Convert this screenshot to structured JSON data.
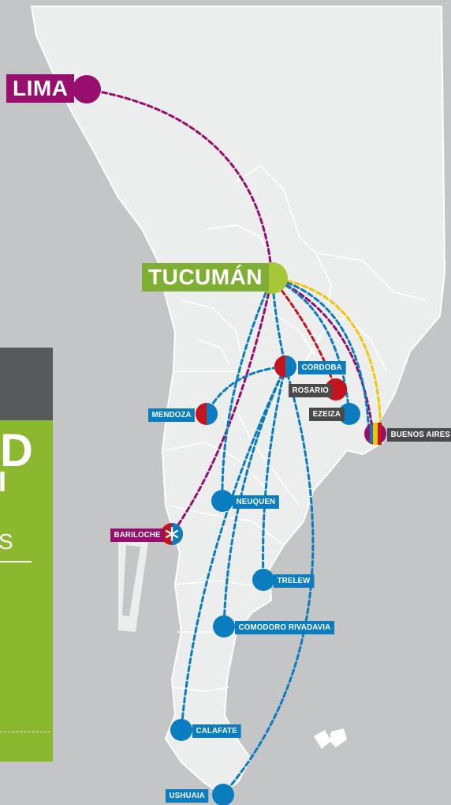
{
  "colors": {
    "background": "#c4c5c7",
    "land": "#eceded",
    "border": "#ffffff",
    "purple": "#970e6c",
    "green": "#7faf32",
    "blue": "#0a7dc0",
    "red": "#c4141d",
    "gray": "#4a4a4c",
    "yellow": "#f2c500"
  },
  "panel": {
    "letter_top": "D",
    "letter_mid": "I",
    "letter_small": "S"
  },
  "cities": {
    "lima": "LIMA",
    "tucuman": "TUCUMÁN",
    "cordoba": "CORDOBA",
    "rosario": "ROSARIO",
    "ezeiza": "EZEIZA",
    "buenos_aires": "BUENOS AIRES",
    "mendoza": "MENDOZA",
    "neuquen": "NEUQUEN",
    "bariloche": "BARILOCHE",
    "trelew": "TRELEW",
    "comodoro_rivadavia": "COMODORO RIVADAVIA",
    "calafate": "CALAFATE",
    "ushuaia": "USHUAIA"
  }
}
